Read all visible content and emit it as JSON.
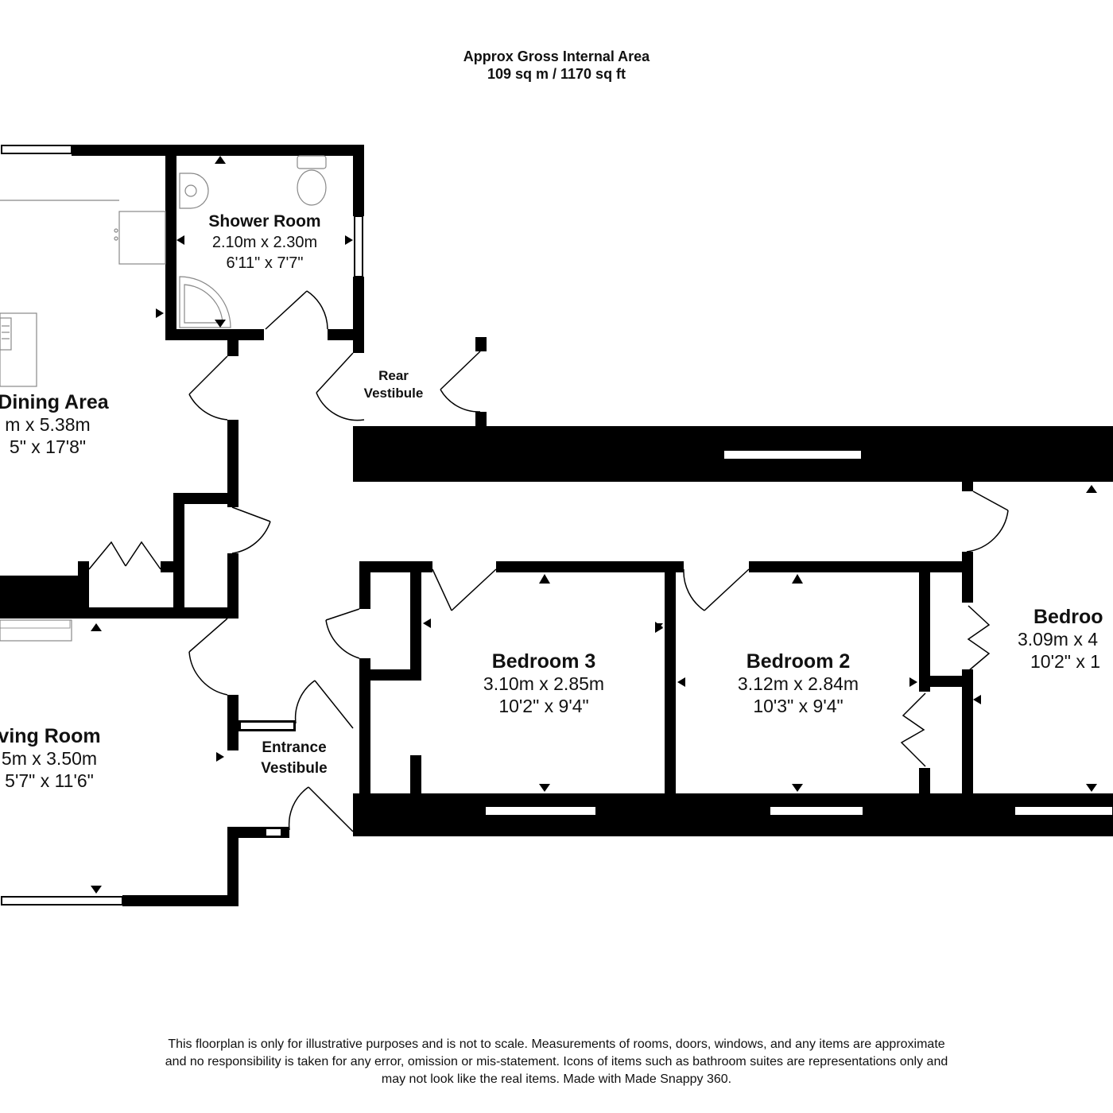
{
  "header": {
    "line1": "Approx Gross Internal Area",
    "line2": "109 sq m / 1170 sq ft"
  },
  "rooms": {
    "shower": {
      "name": "Shower Room",
      "metric": "2.10m x 2.30m",
      "imperial": "6'11\" x 7'7\""
    },
    "kitchen": {
      "name": "/ Dining Area",
      "metric": "m x 5.38m",
      "imperial": "5\" x 17'8\""
    },
    "living": {
      "name": "ving Room",
      "metric": "5m x 3.50m",
      "imperial": "5'7\" x 11'6\""
    },
    "bedroom3": {
      "name": "Bedroom 3",
      "metric": "3.10m x 2.85m",
      "imperial": "10'2\" x 9'4\""
    },
    "bedroom2": {
      "name": "Bedroom 2",
      "metric": "3.12m x 2.84m",
      "imperial": "10'3\" x 9'4\""
    },
    "bedroom1": {
      "name": "Bedroo",
      "metric": "3.09m x 4",
      "imperial": "10'2\" x 1"
    },
    "rear_vestibule": {
      "line1": "Rear",
      "line2": "Vestibule"
    },
    "entrance_vestibule": {
      "line1": "Entrance",
      "line2": "Vestibule"
    }
  },
  "footer": {
    "line1": "This floorplan is only for illustrative purposes and is not to scale. Measurements of rooms, doors, windows, and any items are approximate",
    "line2": "and no responsibility is taken for any error, omission or mis-statement. Icons of items such as bathroom suites are representations only and",
    "line3": "may not look like the real items. Made with Made Snappy 360."
  },
  "colors": {
    "wall": "#000000",
    "background": "#ffffff",
    "fixture": "#888888"
  }
}
